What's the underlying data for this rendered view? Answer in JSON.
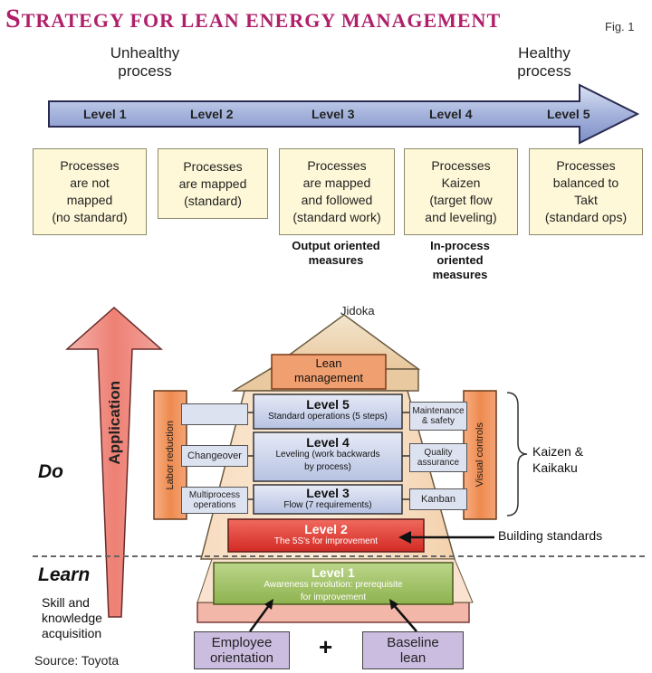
{
  "title": {
    "first_letter": "S",
    "rest": "TRATEGY FOR LEAN ENERGY MANAGEMENT"
  },
  "fig_label": "Fig. 1",
  "scale": {
    "left_label": [
      "Unhealthy",
      "process"
    ],
    "right_label": [
      "Healthy",
      "process"
    ],
    "levels": [
      "Level 1",
      "Level 2",
      "Level 3",
      "Level 4",
      "Level 5"
    ],
    "boxes": [
      [
        "Processes",
        "are not",
        "mapped",
        "(no standard)"
      ],
      [
        "Processes",
        "are mapped",
        "(standard)"
      ],
      [
        "Processes",
        "are mapped",
        "and followed",
        "(standard work)"
      ],
      [
        "Processes",
        "Kaizen",
        "(target flow",
        "and leveling)"
      ],
      [
        "Processes",
        "balanced to",
        "Takt",
        "(standard ops)"
      ]
    ],
    "measures_l3": [
      "Output oriented",
      "measures"
    ],
    "measures_l4": [
      "In-process",
      "oriented",
      "measures"
    ]
  },
  "house": {
    "roof_label": "Jidoka",
    "lean_management": [
      "Lean",
      "management"
    ],
    "level5": {
      "title": "Level 5",
      "sub": "Standard operations (5 steps)"
    },
    "level4": {
      "title": "Level 4",
      "sub": [
        "Leveling (work backwards",
        "by process)"
      ]
    },
    "level3": {
      "title": "Level 3",
      "sub": "Flow (7 requirements)"
    },
    "level2": {
      "title": "Level 2",
      "sub": "The 5S's for improvement"
    },
    "level1": {
      "title": "Level 1",
      "sub": [
        "Awareness revolution: prerequisite",
        "for improvement"
      ]
    },
    "left_col_label": "Labor reduction",
    "right_col_label": "Visual controls",
    "left_items": [
      "Changeover",
      [
        "Multiprocess",
        "operations"
      ]
    ],
    "right_items": [
      [
        "Maintenance",
        "& safety"
      ],
      [
        "Quality",
        "assurance"
      ],
      "Kanban"
    ],
    "kaizen_label": [
      "Kaizen &",
      "Kaikaku"
    ],
    "building_standards": "Building standards",
    "employee_orientation": [
      "Employee",
      "orientation"
    ],
    "plus": "+",
    "baseline_lean": [
      "Baseline",
      "lean"
    ]
  },
  "application_label": "Application",
  "do_label": "Do",
  "learn_label": "Learn",
  "skill_label": [
    "Skill and",
    "knowledge",
    "acquisition"
  ],
  "source": "Source: Toyota",
  "colors": {
    "title": "#b0206a",
    "arrow": "#aab7dd",
    "box": "#fff8d8",
    "level_box": "#cfd7ee",
    "level2": "#e0453c",
    "level1": "#a4c466",
    "side_col": "#f09a60",
    "roof": "#f6e1c4",
    "app_arrow": "#ef8e82"
  }
}
